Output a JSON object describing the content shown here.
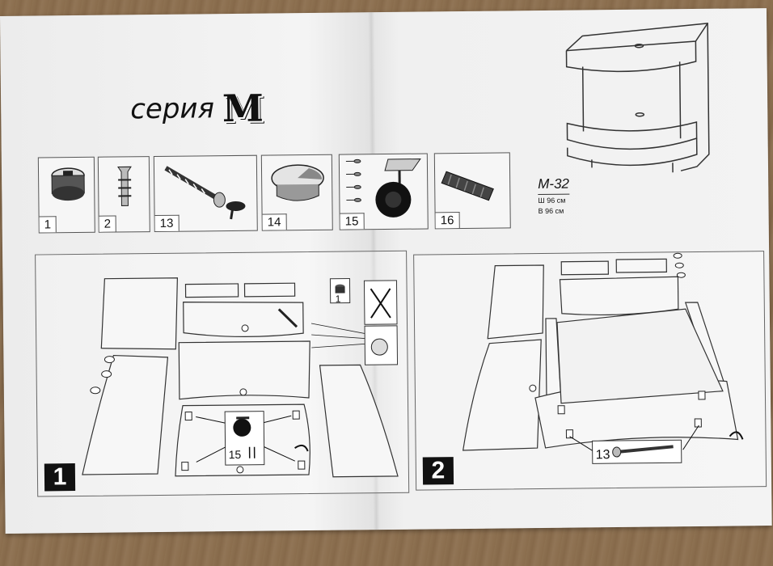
{
  "header": {
    "series_label": "серия",
    "series_logo": "M"
  },
  "parts": [
    {
      "number": "1",
      "icon": "cam-lock-icon"
    },
    {
      "number": "2",
      "icon": "dowel-pin-icon"
    },
    {
      "number": "13",
      "icon": "screw-with-cap-icon"
    },
    {
      "number": "14",
      "icon": "cable-grommet-icon"
    },
    {
      "number": "15",
      "icon": "caster-wheel-icon"
    },
    {
      "number": "16",
      "icon": "wooden-dowel-icon"
    }
  ],
  "model": {
    "name": "М-32",
    "width": "Ш 96 см",
    "height": "В 96 см"
  },
  "steps": [
    {
      "number": "1",
      "callouts": [
        "1",
        "15"
      ]
    },
    {
      "number": "2",
      "callouts": [
        "13"
      ]
    }
  ],
  "colors": {
    "paper": "#f0f0f0",
    "ink": "#111111",
    "table": "#8a6e4e"
  }
}
